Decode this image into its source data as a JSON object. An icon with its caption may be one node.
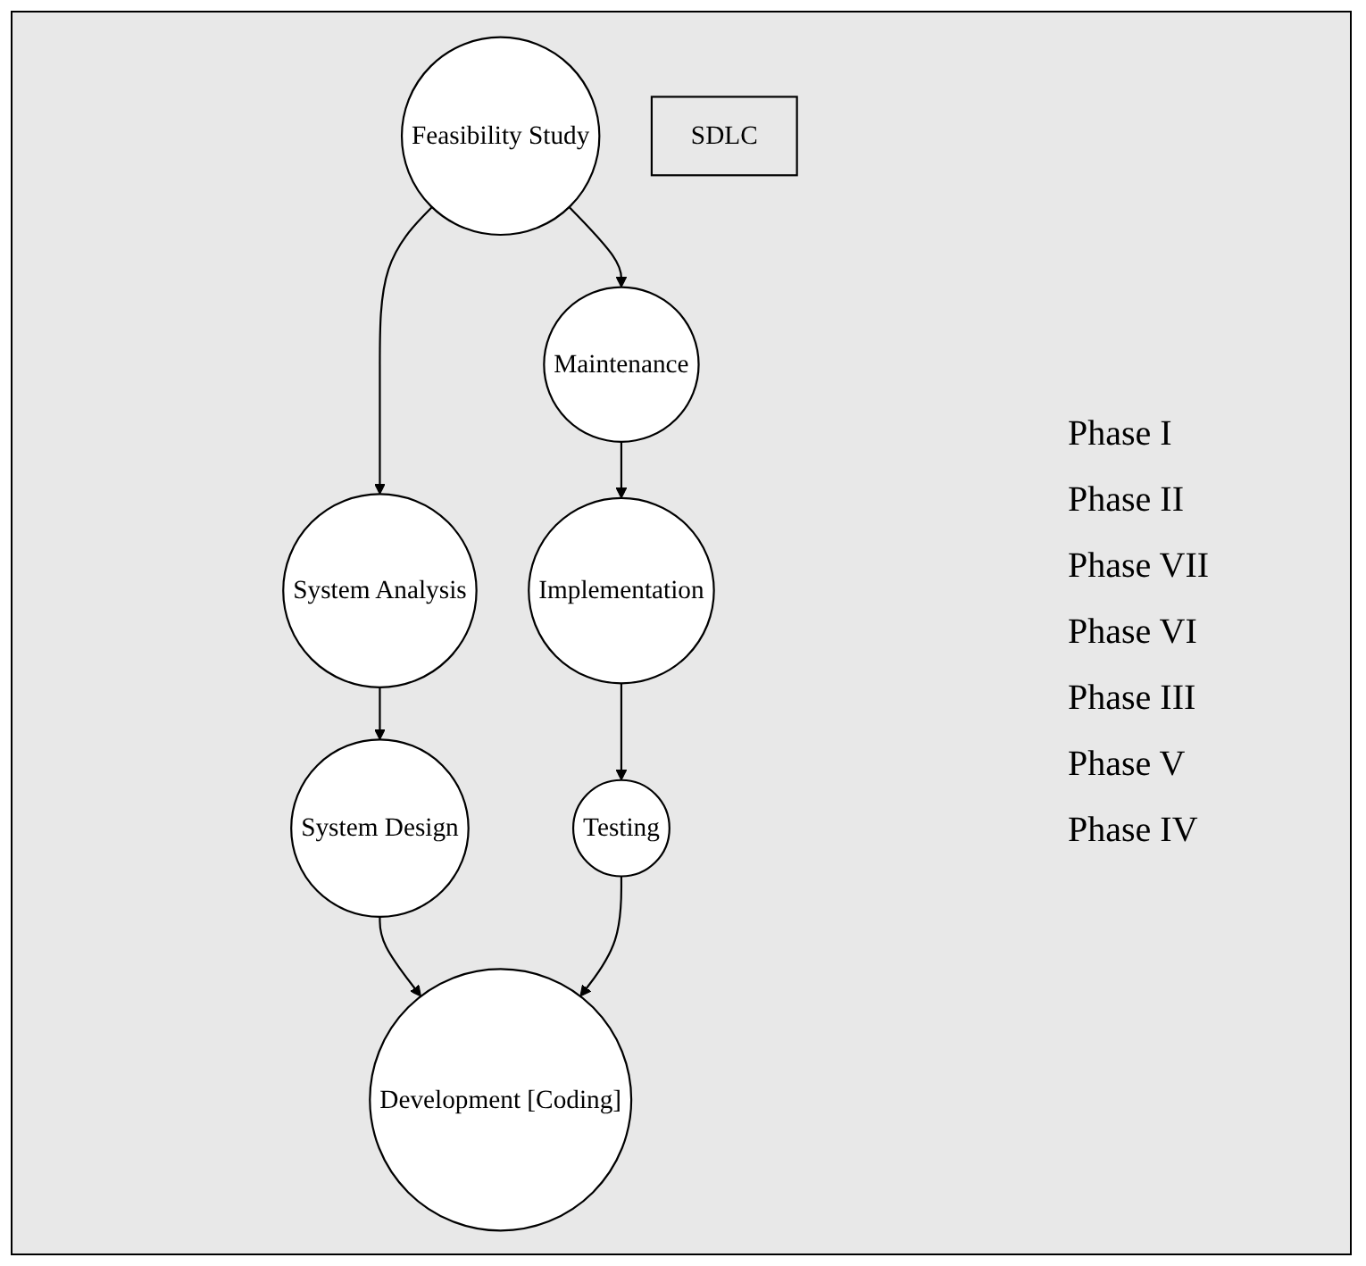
{
  "diagram": {
    "nodes": [
      {
        "text": [
          "Feasibility Study"
        ]
      },
      {
        "text": [
          "Maintenance"
        ]
      },
      {
        "text": [
          "System Analysis"
        ]
      },
      {
        "text": [
          "SDLC"
        ]
      },
      {
        "text": [
          "Implementation"
        ]
      },
      {
        "text": [
          "System Design"
        ]
      },
      {
        "text": [
          "Testing"
        ]
      },
      {
        "text": [
          "Development [Coding]"
        ]
      }
    ],
    "edges": [
      {
        "from": 0,
        "to": 2,
        "arrow": "to"
      },
      {
        "from": 2,
        "to": 5,
        "arrow": "to"
      },
      {
        "from": 5,
        "to": 7,
        "arrow": "to"
      },
      {
        "from": 6,
        "to": 7,
        "arrow": "to"
      },
      {
        "from": 4,
        "to": 6,
        "arrow": "to"
      },
      {
        "from": 1,
        "to": 4,
        "arrow": "to"
      },
      {
        "from": 0,
        "to": 1,
        "arrow": "to"
      }
    ],
    "labels": [
      "Phase I",
      "Phase II",
      "Phase VII",
      "Phase VI",
      "Phase III",
      "Phase V",
      "Phase IV"
    ]
  }
}
